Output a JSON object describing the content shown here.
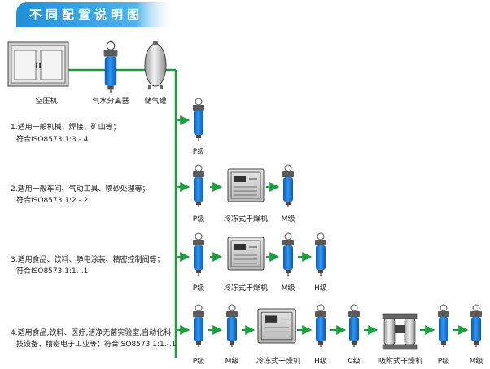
{
  "title": "不同配置说明图",
  "colors": {
    "banner": "#1f8fd8",
    "banner_light": "#6cc4f4",
    "pipe": "#19a03c",
    "arrow": "#19a03c",
    "filter_body": "#1a7fe0",
    "filter_dark": "#0e58b3"
  },
  "top_row": {
    "compressor_label": "空压机",
    "separator_label": "气水分离器",
    "tank_label": "储气罐"
  },
  "configs": [
    {
      "line1": "1.适用一般机械、焊接、矿山等；",
      "line2": "符合ISO8573.1:3.-.4",
      "components": [
        "P级"
      ]
    },
    {
      "line1": "2.适用一般车间、气动工具、喷砂处理等；",
      "line2": "符合ISO8573.1:2.-.2",
      "components": [
        "P级",
        "冷冻式干燥机",
        "M级"
      ]
    },
    {
      "line1": "3.适用食品、饮料、静电涂装、精密控制阀等；",
      "line2": "符合ISO8573.1:1.-.1",
      "components": [
        "P级",
        "冷冻式干燥机",
        "M级",
        "H级"
      ]
    },
    {
      "line1": "4.适用食品,饮料、医疗,洁净无菌实验室,自动化科",
      "line2": "技设备、精密电子工业等；符合ISO8573 1:1.-.1",
      "components": [
        "P级",
        "M级",
        "冷冻式干燥机",
        "H级",
        "C级",
        "吸附式干燥机",
        "P级",
        "M级"
      ]
    }
  ]
}
